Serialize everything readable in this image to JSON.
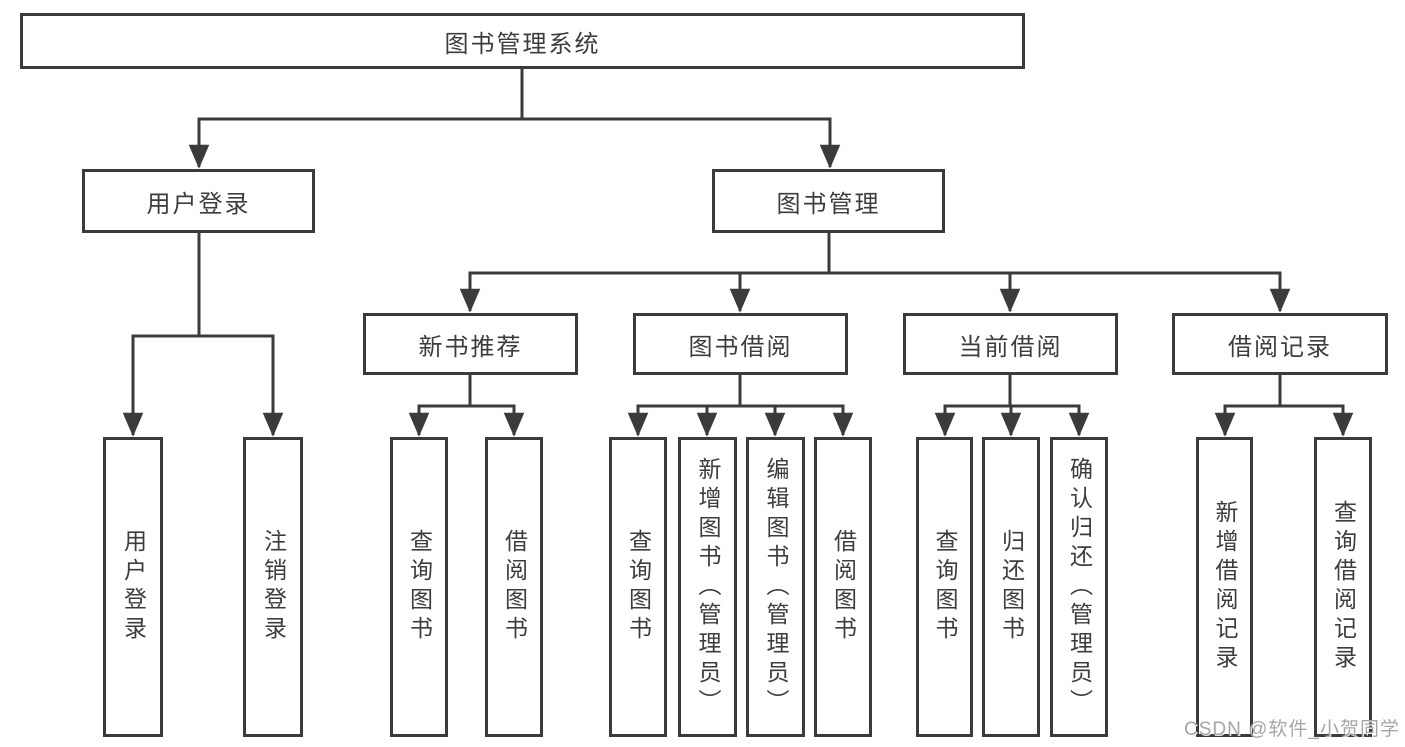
{
  "diagram_title": "图书管理系统",
  "watermark": "CSDN @软件_小贺同学",
  "colors": {
    "line": "#3b3b3b",
    "box_border": "#3b3b3b",
    "text": "#3d3d3d",
    "background": "#ffffff",
    "watermark": "#a5a5a5"
  },
  "nodes": {
    "root": {
      "label": "图书管理系统",
      "children": [
        "userLogin",
        "bookMgmt"
      ]
    },
    "userLogin": {
      "label": "用户登录",
      "children": [
        "userLoginAction",
        "logoutAction"
      ]
    },
    "bookMgmt": {
      "label": "图书管理",
      "children": [
        "newBookRec",
        "bookBorrow",
        "currentBorrow",
        "borrowRecord"
      ]
    },
    "newBookRec": {
      "label": "新书推荐",
      "children": [
        "nbQueryBook",
        "nbBorrowBook"
      ]
    },
    "bookBorrow": {
      "label": "图书借阅",
      "children": [
        "bbQueryBook",
        "bbAddBook",
        "bbEditBook",
        "bbBorrowBook"
      ]
    },
    "currentBorrow": {
      "label": "当前借阅",
      "children": [
        "cbQueryBook",
        "cbReturnBook",
        "cbConfirmReturn"
      ]
    },
    "borrowRecord": {
      "label": "借阅记录",
      "children": [
        "brAddRecord",
        "brQueryRecord"
      ]
    },
    "userLoginAction": {
      "label": "用户登录"
    },
    "logoutAction": {
      "label": "注销登录"
    },
    "nbQueryBook": {
      "label": "查询图书"
    },
    "nbBorrowBook": {
      "label": "借阅图书"
    },
    "bbQueryBook": {
      "label": "查询图书"
    },
    "bbAddBook": {
      "label": "新增图书（管理员）"
    },
    "bbEditBook": {
      "label": "编辑图书（管理员）"
    },
    "bbBorrowBook": {
      "label": "借阅图书"
    },
    "cbQueryBook": {
      "label": "查询图书"
    },
    "cbReturnBook": {
      "label": "归还图书"
    },
    "cbConfirmReturn": {
      "label": "确认归还（管理员）"
    },
    "brAddRecord": {
      "label": "新增借阅记录"
    },
    "brQueryRecord": {
      "label": "查询借阅记录"
    }
  }
}
